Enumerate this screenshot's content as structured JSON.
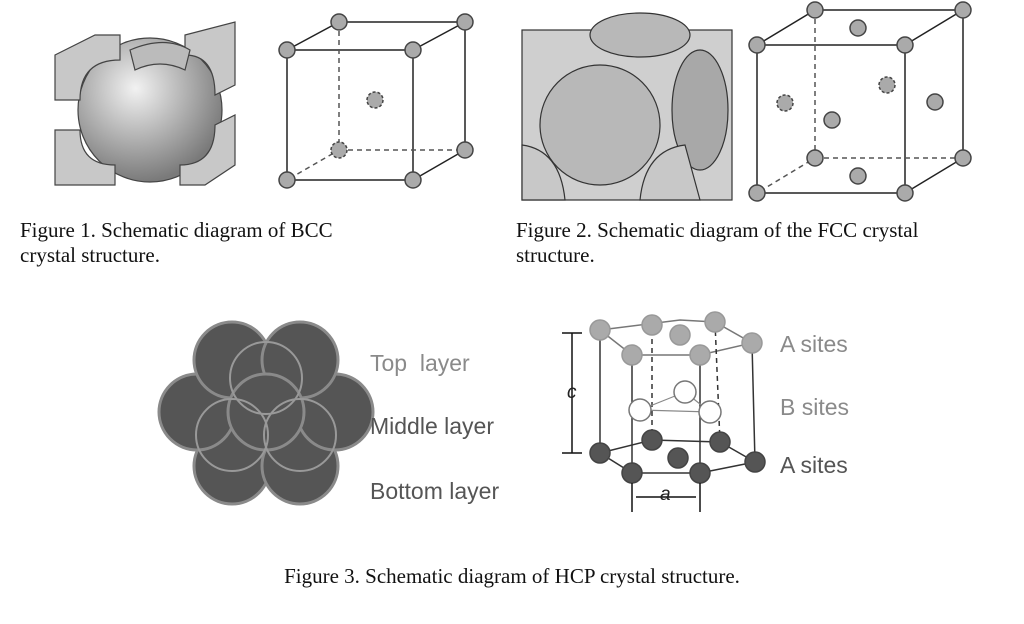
{
  "figure1": {
    "caption_line1": "Figure 1. Schematic diagram of BCC",
    "caption_line2": "crystal structure."
  },
  "figure2": {
    "caption_line1": "Figure 2. Schematic diagram of the FCC crystal",
    "caption_line2": "structure."
  },
  "figure3": {
    "caption": "Figure 3. Schematic diagram of HCP crystal structure.",
    "layer_labels": [
      "Top  layer",
      "Middle layer",
      "Bottom layer"
    ],
    "site_labels": [
      "A sites",
      "B sites",
      "A sites"
    ],
    "c_label": "c",
    "a_label": "a"
  }
}
